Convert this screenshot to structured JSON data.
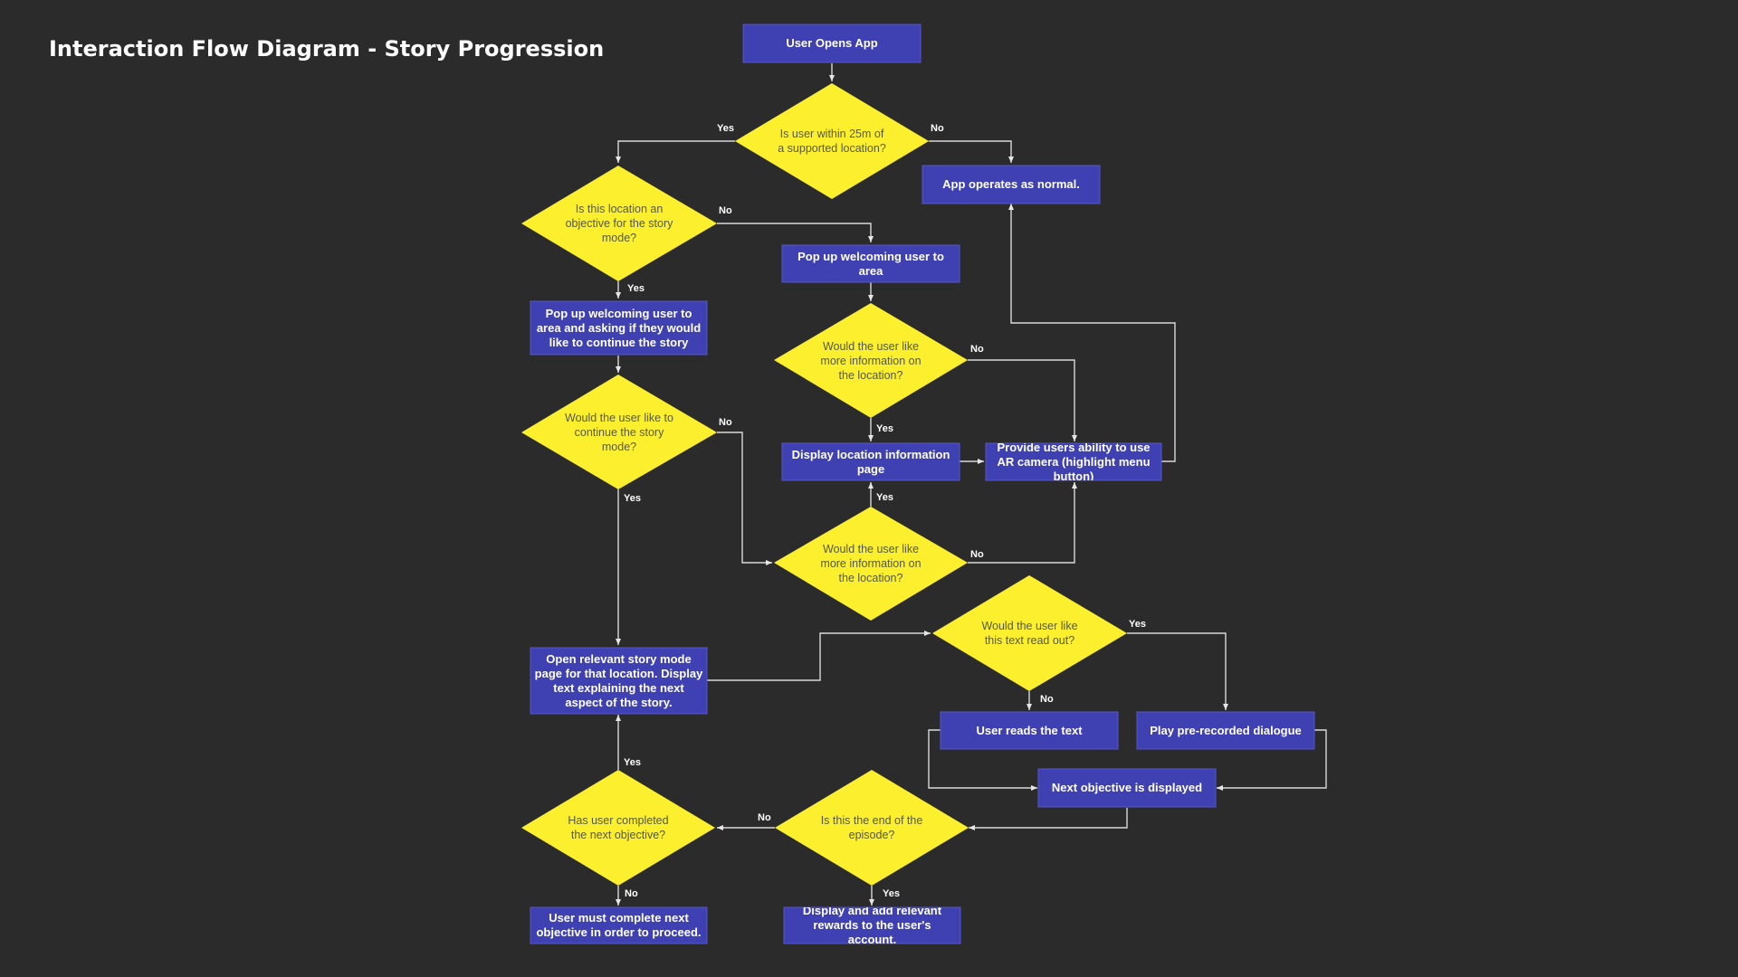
{
  "title": "Interaction Flow Diagram - Story Progression",
  "colors": {
    "background": "#2b2b2b",
    "process": "#3f41b3",
    "decision": "#fcef2d",
    "decision_text": "#555a44",
    "connector": "#d9d9d9"
  },
  "nodes": {
    "start": "User Opens App",
    "d_within": "Is user within 25m of a supported location?",
    "normal": "App operates as normal.",
    "d_objective": "Is this location an objective for the story mode?",
    "popup_area": "Pop up welcoming user to area",
    "popup_continue": "Pop up welcoming user to area and asking if they would like to continue the story",
    "d_more_info_1": "Would the user like more information on the location?",
    "d_continue": "Would the user like to continue the story mode?",
    "location_info": "Display location information page",
    "ar_camera": "Provide users ability to use AR camera (highlight menu button)",
    "d_more_info_2": "Would the user like more information on the location?",
    "d_read_out": "Would the user like this text read out?",
    "story_page": "Open relevant story mode page for that location. Display text explaining the next aspect of the story.",
    "reads_text": "User reads the text",
    "play_dialogue": "Play pre-recorded dialogue",
    "next_objective": "Next objective is displayed",
    "d_completed": "Has user completed the next objective?",
    "d_end_episode": "Is this the end of the episode?",
    "must_complete": "User must complete next objective in order to proceed.",
    "rewards": "Display and add relevant rewards to the user's account."
  },
  "edge_labels": {
    "within_yes": "Yes",
    "within_no": "No",
    "objective_no": "No",
    "objective_yes": "Yes",
    "info1_no": "No",
    "info1_yes": "Yes",
    "continue_no": "No",
    "continue_yes": "Yes",
    "info2_yes": "Yes",
    "info2_no": "No",
    "readout_yes": "Yes",
    "readout_no": "No",
    "completed_yes": "Yes",
    "completed_no": "No",
    "end_no": "No",
    "end_yes": "Yes"
  }
}
